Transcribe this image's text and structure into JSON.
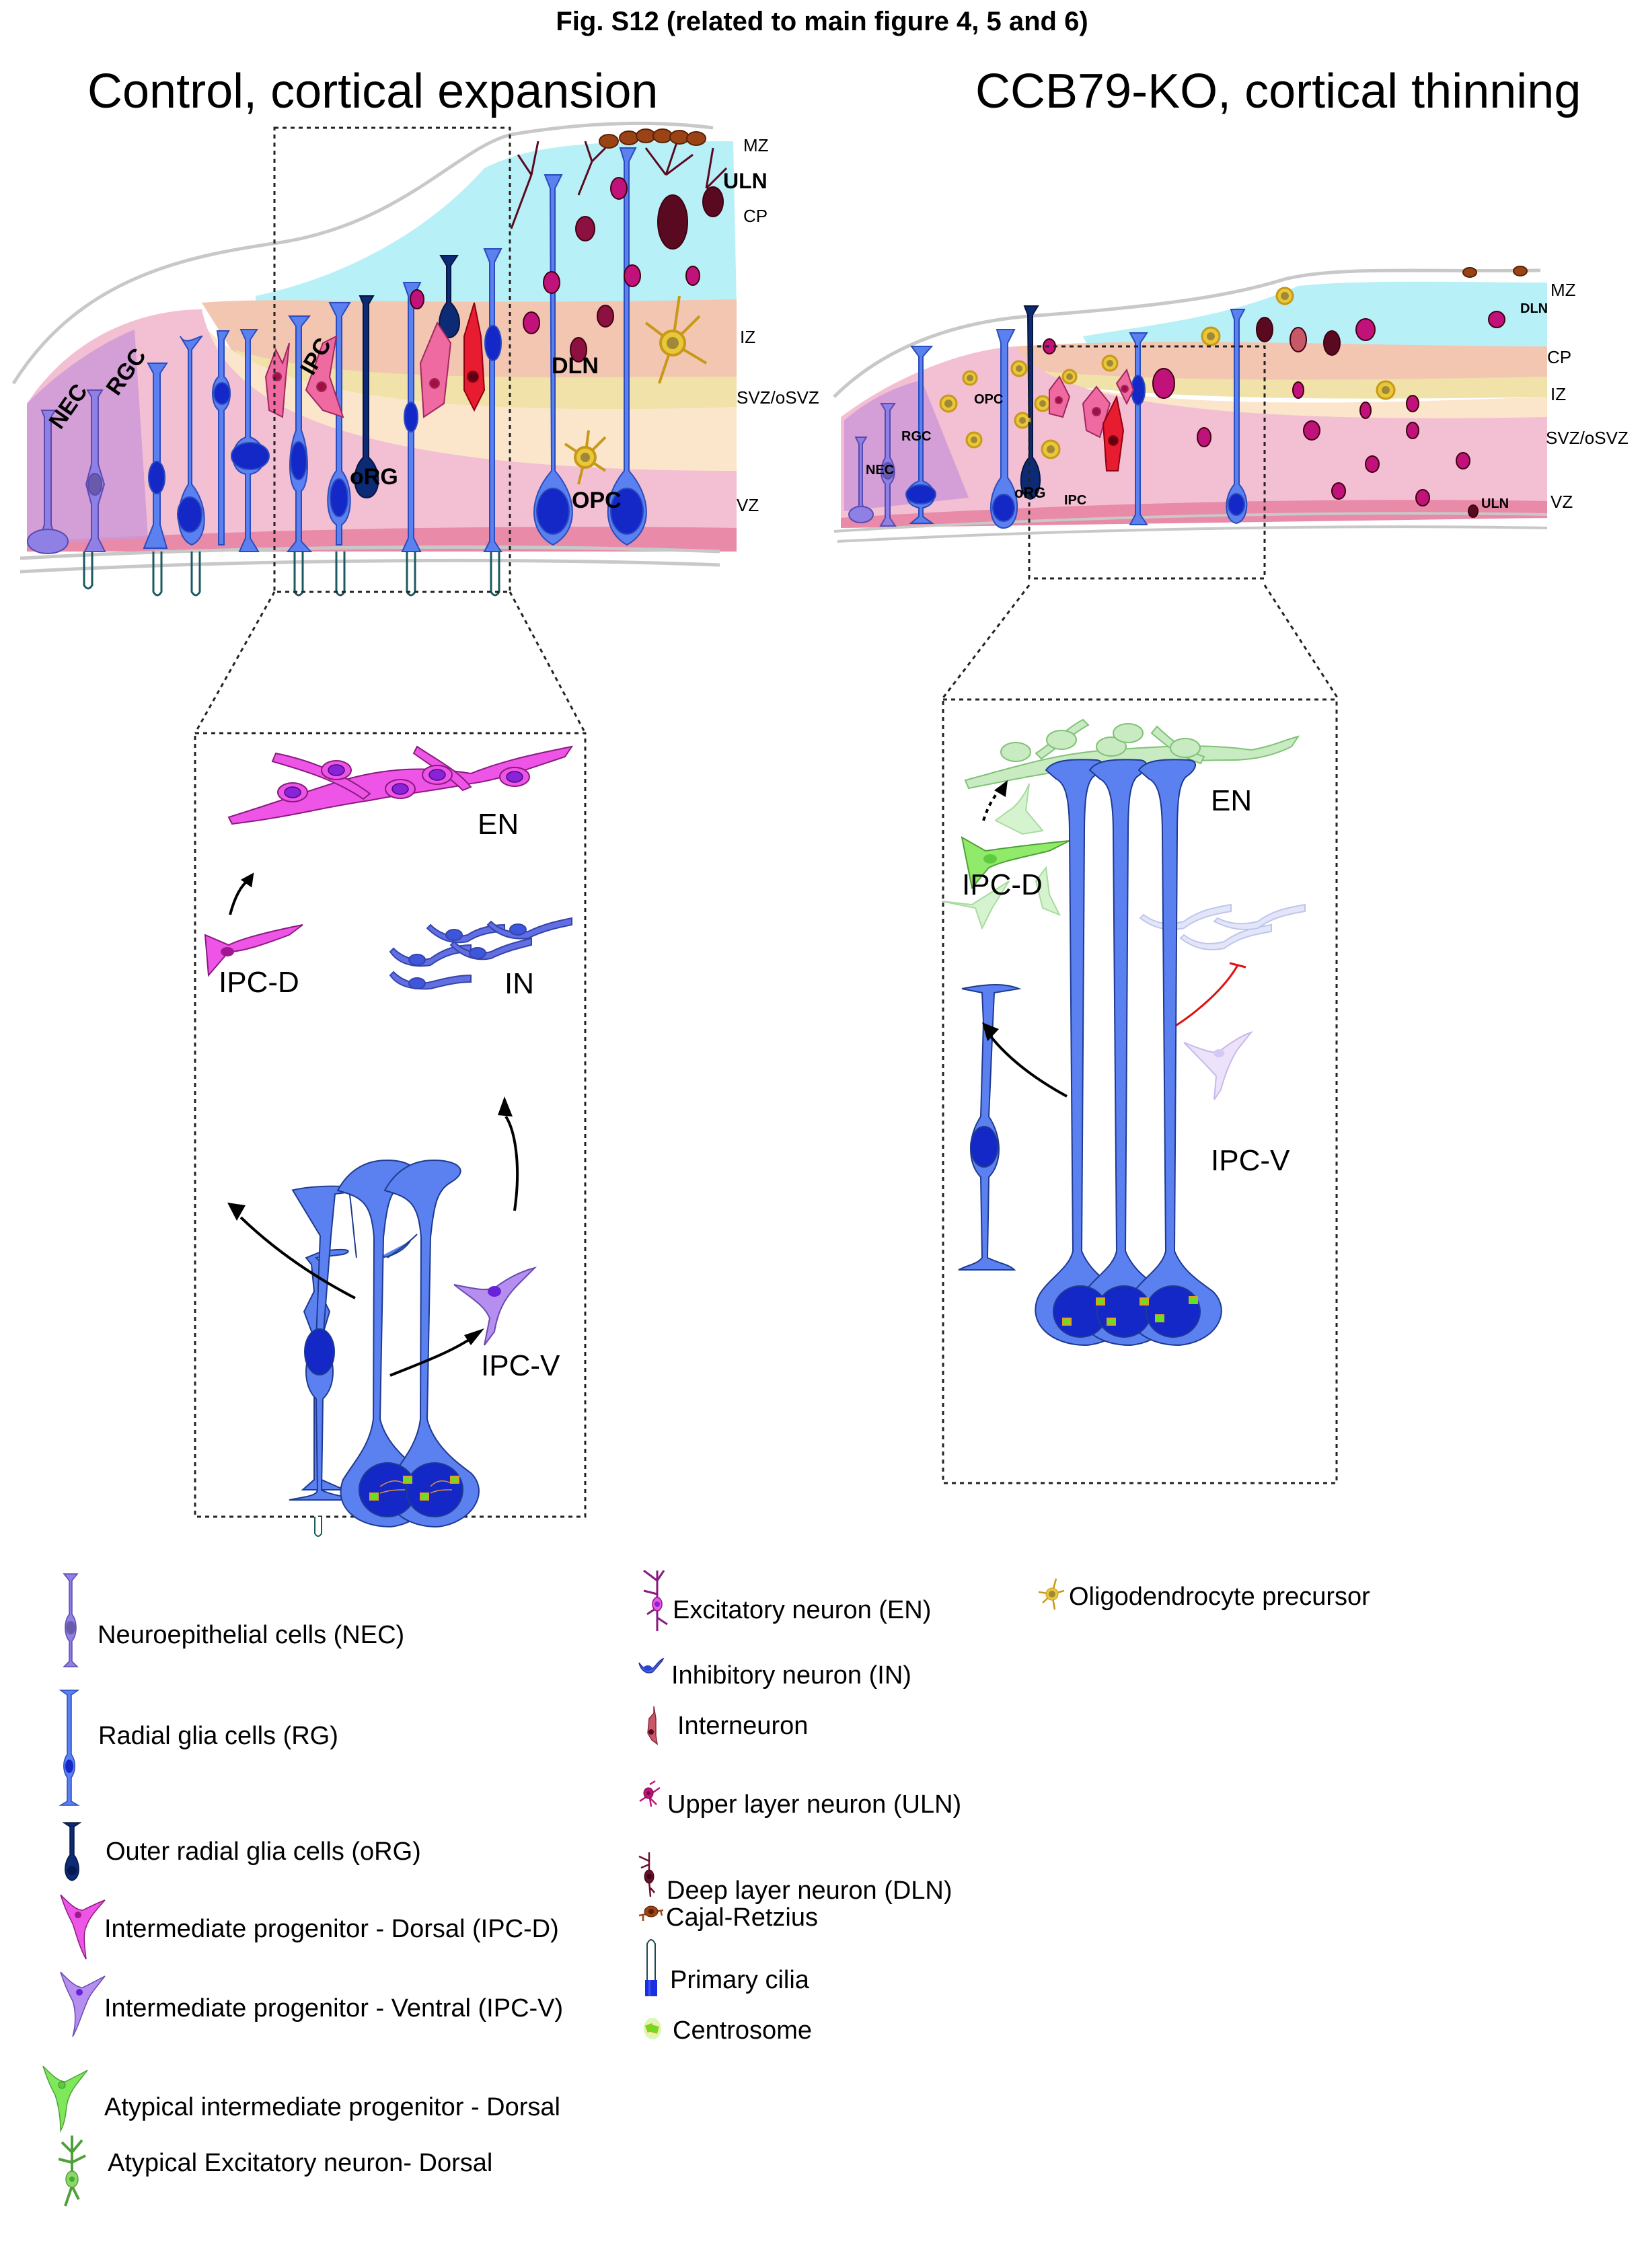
{
  "figure": {
    "title": "Fig. S12 (related to main figure 4, 5 and 6)"
  },
  "panels": {
    "control": {
      "heading": "Control, cortical expansion",
      "cell_labels": [
        "NEC",
        "RGC",
        "IPC",
        "oRG",
        "DLN",
        "OPC",
        "ULN"
      ],
      "layer_labels": [
        "MZ",
        "CP",
        "IZ",
        "SVZ/oSVZ",
        "VZ"
      ],
      "zoom": {
        "labels": {
          "en": "EN",
          "ipc_d": "IPC-D",
          "in": "IN",
          "ipc_v": "IPC-V"
        }
      }
    },
    "knockout": {
      "heading": "CCB79-KO, cortical thinning",
      "cell_labels": [
        "NEC",
        "RGC",
        "OPC",
        "oRG",
        "IPC",
        "DLN",
        "ULN"
      ],
      "layer_labels": [
        "MZ",
        "CP",
        "IZ",
        "SVZ/oSVZ",
        "VZ"
      ],
      "zoom": {
        "labels": {
          "en": "EN",
          "ipc_d": "IPC-D",
          "ipc_v": "IPC-V"
        }
      }
    }
  },
  "legend": {
    "items": [
      {
        "icon": "neuroepithelial-cell-icon",
        "label": "Neuroepithelial cells (NEC)",
        "color": "#8f80e6"
      },
      {
        "icon": "radial-glia-icon",
        "label": "Radial glia cells (RG)",
        "color": "#5b80f0"
      },
      {
        "icon": "outer-radial-glia-icon",
        "label": "Outer radial glia cells (oRG)",
        "color": "#0d2a75"
      },
      {
        "icon": "ipc-dorsal-icon",
        "label": "Intermediate progenitor - Dorsal (IPC-D)",
        "color": "#ee5ce8"
      },
      {
        "icon": "ipc-ventral-icon",
        "label": "Intermediate progenitor - Ventral (IPC-V)",
        "color": "#b58ef0"
      },
      {
        "icon": "atypical-ipc-icon",
        "label": "Atypical intermediate progenitor - Dorsal",
        "color": "#7ee85a"
      },
      {
        "icon": "atypical-excitatory-neuron-icon",
        "label": "Atypical Excitatory neuron- Dorsal",
        "color": "#8ed66a"
      },
      {
        "icon": "excitatory-neuron-icon",
        "label": "Excitatory neuron (EN)",
        "color": "#ee55e6"
      },
      {
        "icon": "inhibitory-neuron-icon",
        "label": "Inhibitory neuron (IN)",
        "color": "#4e63e0"
      },
      {
        "icon": "interneuron-icon",
        "label": "Interneuron",
        "color": "#c85868"
      },
      {
        "icon": "upper-layer-neuron-icon",
        "label": "Upper layer neuron (ULN)",
        "color": "#c0127a"
      },
      {
        "icon": "deep-layer-neuron-icon",
        "label": "Deep layer neuron (DLN)",
        "color": "#6a0f2a"
      },
      {
        "icon": "cajal-retzius-icon",
        "label": "Cajal-Retzius",
        "color": "#9a4416"
      },
      {
        "icon": "primary-cilia-icon",
        "label": "Primary cilia",
        "color": "#1a30e0"
      },
      {
        "icon": "centrosome-icon",
        "label": "Centrosome",
        "color": "#66e020"
      },
      {
        "icon": "oligodendrocyte-precursor-icon",
        "label": "Oligodendrocyte precursor",
        "color": "#e8c838"
      }
    ]
  },
  "colors": {
    "rg_blue": "#5b80f0",
    "rg_nucleus": "#1428c8",
    "layer_mz_cp": "#b8f0f8",
    "layer_iz": "#f2c6b0",
    "layer_svz": "#f0e2a8",
    "layer_osvz": "#fbe6cc",
    "layer_vz": "#f3bfd2",
    "inhibition_red": "#e01010"
  }
}
